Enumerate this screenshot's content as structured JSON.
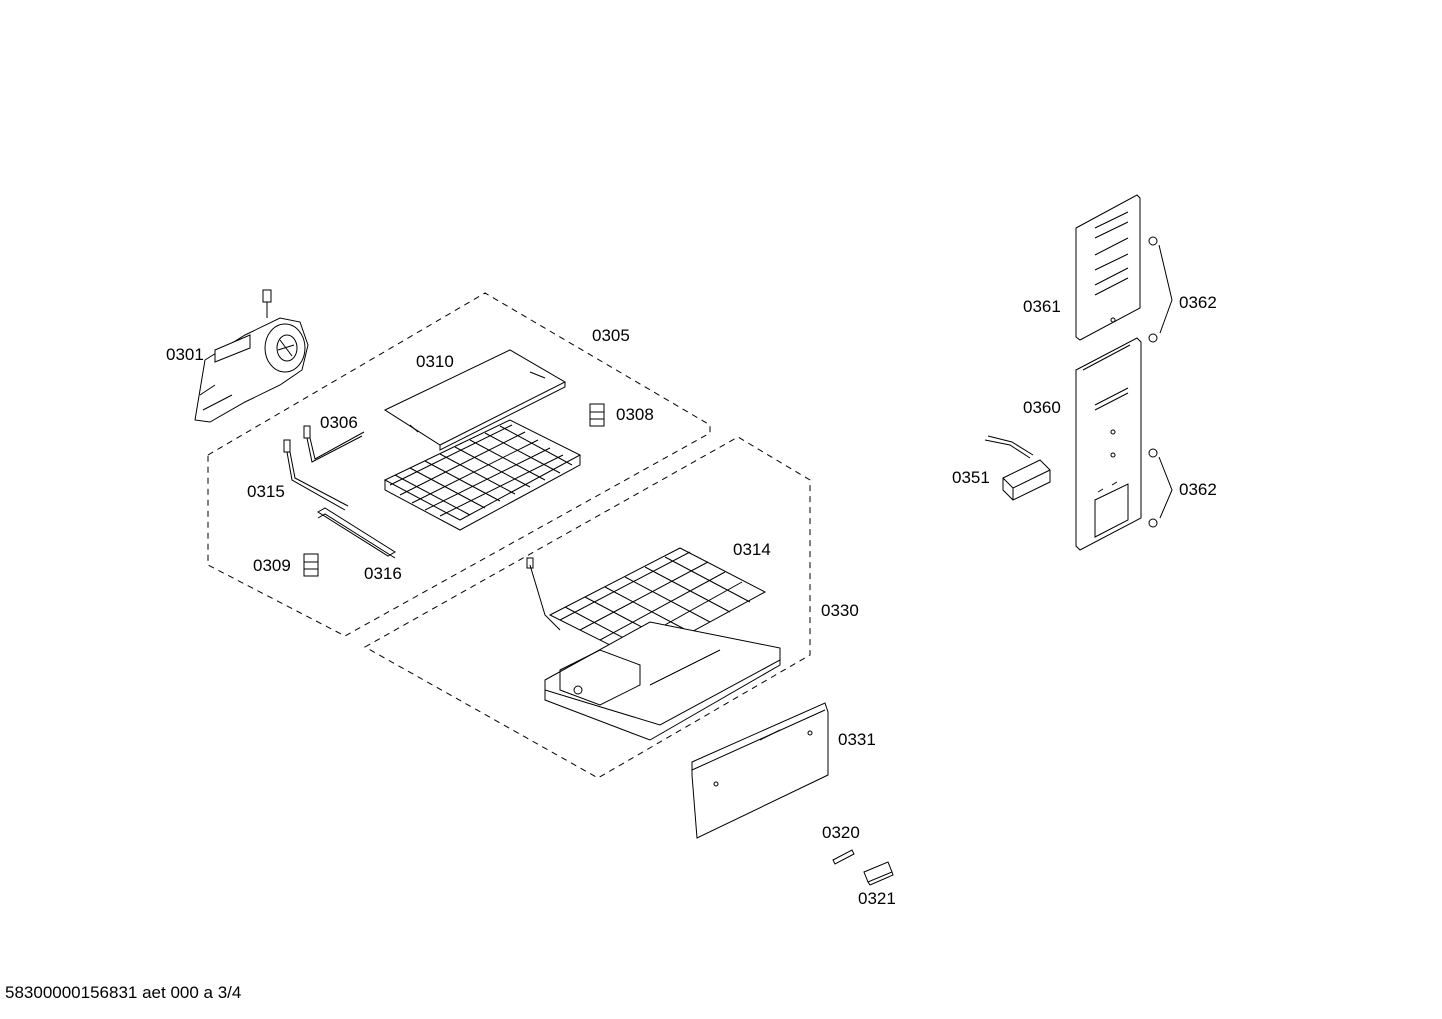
{
  "diagram": {
    "labels": {
      "p0301": "0301",
      "p0305": "0305",
      "p0306": "0306",
      "p0308": "0308",
      "p0309": "0309",
      "p0310": "0310",
      "p0314": "0314",
      "p0315": "0315",
      "p0316": "0316",
      "p0320": "0320",
      "p0321": "0321",
      "p0330": "0330",
      "p0331": "0331",
      "p0351": "0351",
      "p0360": "0360",
      "p0361": "0361",
      "p0362a": "0362",
      "p0362b": "0362"
    },
    "footer": "58300000156831 aet 000 a 3/4"
  }
}
